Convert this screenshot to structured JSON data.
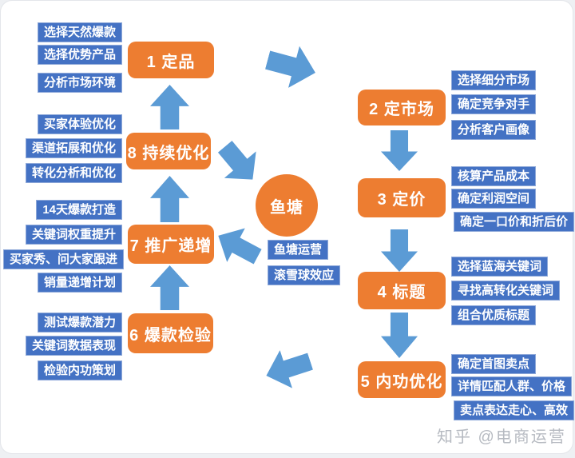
{
  "watermark": "知乎 @电商运营",
  "colors": {
    "step_box": "#ED7D31",
    "label_tag": "#4472C4",
    "arrow": "#5B9BD5",
    "watermark_text": "#b6bac1",
    "card_bg": "#ffffff"
  },
  "center": {
    "label": "鱼塘",
    "notes": [
      "鱼塘运营",
      "滚雪球效应"
    ]
  },
  "steps": [
    {
      "label": "1 定品",
      "items": [
        "选择天然爆款",
        "选择优势产品",
        "分析市场环境"
      ]
    },
    {
      "label": "2 定市场",
      "items": [
        "选择细分市场",
        "确定竞争对手",
        "分析客户画像"
      ]
    },
    {
      "label": "3 定价",
      "items": [
        "核算产品成本",
        "确定利润空间",
        "确定一口价和折后价"
      ]
    },
    {
      "label": "4 标题",
      "items": [
        "选择蓝海关键词",
        "寻找高转化关键词",
        "组合优质标题"
      ]
    },
    {
      "label": "5 内功优化",
      "items": [
        "确定首图卖点",
        "详情匹配人群、价格",
        "卖点表达走心、高效"
      ]
    },
    {
      "label": "6 爆款检验",
      "items": [
        "测试爆款潜力",
        "关键词数据表现",
        "检验内功策划"
      ]
    },
    {
      "label": "7 推广递增",
      "items": [
        "14天爆款打造",
        "关键词权重提升",
        "买家秀、问大家跟进",
        "销量递增计划"
      ]
    },
    {
      "label": "8 持续优化",
      "items": [
        "买家体验优化",
        "渠道拓展和优化",
        "转化分析和优化"
      ]
    }
  ]
}
